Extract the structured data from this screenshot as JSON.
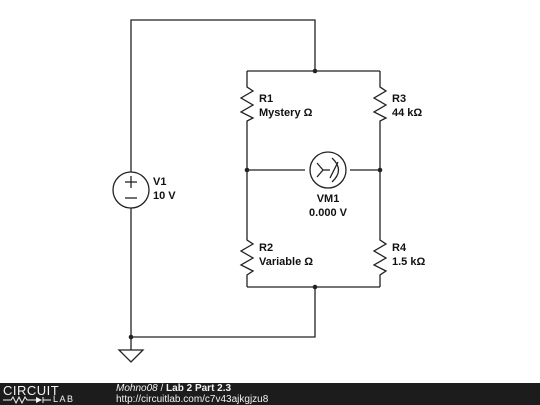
{
  "schematic": {
    "components": {
      "r1": {
        "name": "R1",
        "value": "Mystery Ω"
      },
      "r2": {
        "name": "R2",
        "value": "Variable Ω"
      },
      "r3": {
        "name": "R3",
        "value": "44 kΩ"
      },
      "r4": {
        "name": "R4",
        "value": "1.5 kΩ"
      },
      "v1": {
        "name": "V1",
        "value": "10 V"
      },
      "vm1": {
        "name": "VM1",
        "value": "0.000 V"
      }
    },
    "colors": {
      "wire": "#222222",
      "junction": "#222222",
      "background": "#ffffff"
    }
  },
  "footer": {
    "brand_top": "CIRCUIT",
    "brand_bottom": "LAB",
    "author": "Mohno08",
    "separator": "/",
    "title": "Lab 2 Part 2.3",
    "url": "http://circuitlab.com/c7v43ajkgjzu8",
    "background": "#1c1c1c"
  }
}
